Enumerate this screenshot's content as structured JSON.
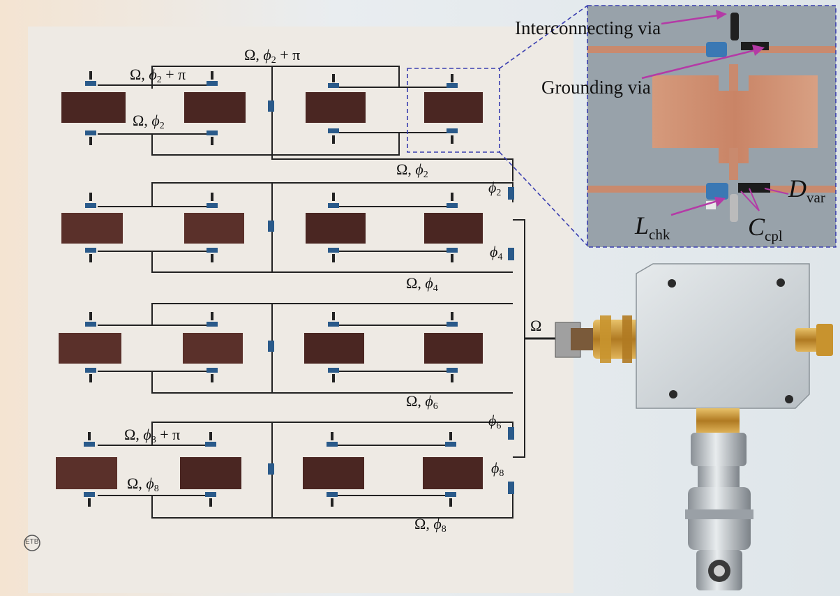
{
  "board": {
    "marking": "ETB",
    "labels": {
      "r1_top": {
        "pre": "Ω, ",
        "var": "ϕ",
        "sub": "2",
        "post": " + π"
      },
      "r1_upper": {
        "pre": "Ω, ",
        "var": "ϕ",
        "sub": "2",
        "post": " + π"
      },
      "r1_lower": {
        "pre": "Ω, ",
        "var": "ϕ",
        "sub": "2",
        "post": ""
      },
      "r1_bottom": {
        "pre": "Ω, ",
        "var": "ϕ",
        "sub": "2",
        "post": ""
      },
      "side_phi2": {
        "pre": "",
        "var": "ϕ",
        "sub": "2",
        "post": ""
      },
      "side_phi4": {
        "pre": "",
        "var": "ϕ",
        "sub": "4",
        "post": ""
      },
      "r2_bottom": {
        "pre": "Ω, ",
        "var": "ϕ",
        "sub": "4",
        "post": ""
      },
      "feed": {
        "pre": "Ω",
        "var": "",
        "sub": "",
        "post": ""
      },
      "r3_bottom": {
        "pre": "Ω, ",
        "var": "ϕ",
        "sub": "6",
        "post": ""
      },
      "side_phi6": {
        "pre": "",
        "var": "ϕ",
        "sub": "6",
        "post": ""
      },
      "side_phi8": {
        "pre": "",
        "var": "ϕ",
        "sub": "8",
        "post": ""
      },
      "r4_upper": {
        "pre": "Ω, ",
        "var": "ϕ",
        "sub": "8",
        "post": " + π"
      },
      "r4_lower": {
        "pre": "Ω, ",
        "var": "ϕ",
        "sub": "8",
        "post": ""
      },
      "r4_bottom": {
        "pre": "Ω, ",
        "var": "ϕ",
        "sub": "8",
        "post": ""
      }
    }
  },
  "inset": {
    "interconnecting_via": "Interconnecting via",
    "grounding_via": "Grounding via",
    "l_chk": {
      "main": "L",
      "sub": "chk"
    },
    "c_cpl": {
      "main": "C",
      "sub": "cpl"
    },
    "d_var": {
      "main": "D",
      "sub": "var"
    }
  },
  "colors": {
    "board": "#eeeae4",
    "patch": "#4a2622",
    "copper": "#c98a6e",
    "inset_bg": "#98a2aa",
    "arrow": "#b43aa6",
    "dash": "#3a3fb0",
    "housing": "#cfd4d8",
    "connector_gold": "#c8932e"
  }
}
